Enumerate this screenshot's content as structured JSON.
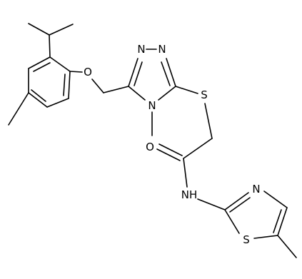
{
  "structure": {
    "labels": {
      "ether_oxygen": "O",
      "triazole_n1": "N",
      "triazole_n2": "N",
      "triazole_n4": "N",
      "thioether_sulfur": "S",
      "carbonyl_oxygen": "O",
      "amide_nh": "NH",
      "thiazole_n": "N",
      "thiazole_s": "S"
    },
    "colors": {
      "bond": "#000000",
      "label": "#000000",
      "background": "#ffffff"
    }
  }
}
